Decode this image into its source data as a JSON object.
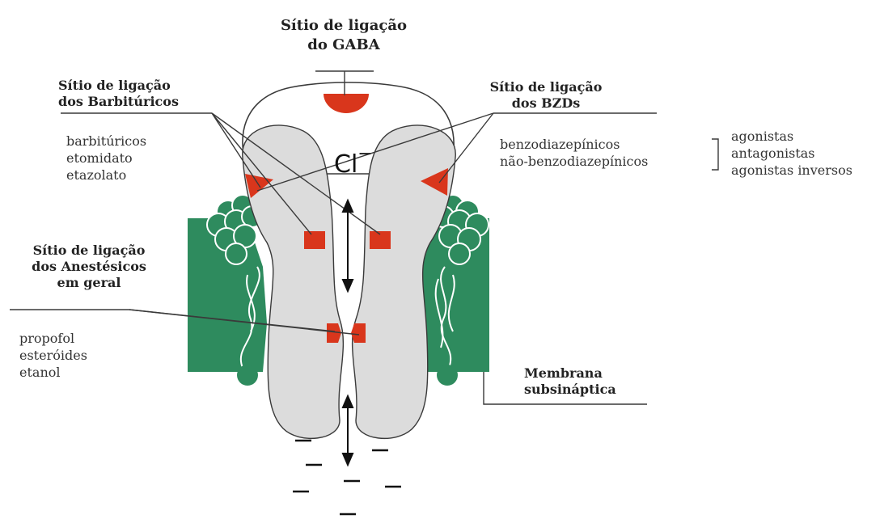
{
  "labels": {
    "gaba_site": [
      "Sítio de ligação",
      "do GABA"
    ],
    "barbiturates_site": [
      "Sítio de ligação",
      "dos Barbitúricos"
    ],
    "bzd_site": [
      "Sítio de ligação",
      "dos BZDs"
    ],
    "anesthetics_site": [
      "Sítio de ligação",
      "dos Anestésicos",
      "em geral"
    ],
    "membrane": [
      "Membrana",
      "subsináptica"
    ],
    "ion": "Cl",
    "ion_charge": "−"
  },
  "lists": {
    "barbiturates": [
      "barbitúricos",
      "etomidato",
      "etazolato"
    ],
    "benzodiazepines": [
      "benzodiazepínicos",
      "não-benzodiazepínicos"
    ],
    "bzd_effects": [
      "agonistas",
      "antagonistas",
      "agonistas inversos"
    ],
    "anesthetics": [
      "propofol",
      "esteróides",
      "etanol"
    ]
  },
  "colors": {
    "membrane_green": "#2e8b5e",
    "site_red": "#d9361c",
    "channel_grey": "#dcdcdc",
    "outline": "#3a3a3a"
  }
}
